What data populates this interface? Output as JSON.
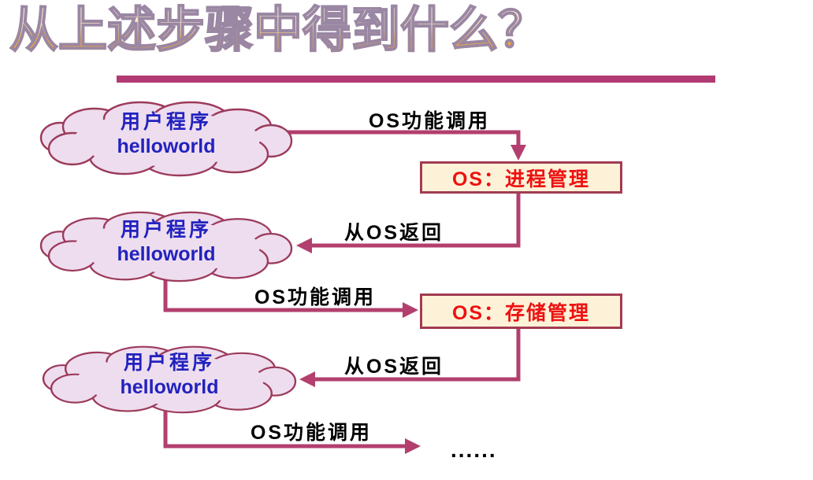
{
  "slide": {
    "title": "从上述步骤中得到什么？"
  },
  "clouds": [
    {
      "line1": "用户程序",
      "line2": "helloworld"
    },
    {
      "line1": "用户程序",
      "line2": "helloworld"
    },
    {
      "line1": "用户程序",
      "line2": "helloworld"
    }
  ],
  "boxes": [
    {
      "label": "OS：进程管理"
    },
    {
      "label": "OS：存储管理"
    }
  ],
  "arrow_labels": [
    {
      "label": "OS功能调用"
    },
    {
      "label": "从OS返回"
    },
    {
      "label": "OS功能调用"
    },
    {
      "label": "从OS返回"
    },
    {
      "label": "OS功能调用"
    }
  ],
  "ellipsis": "......",
  "colors": {
    "arrow": "#b23f6e",
    "title_bar": "#b23a72",
    "cloud_fill": "#eeddee",
    "cloud_stroke": "#9c3a5c",
    "box_fill": "#fdf2d8",
    "box_border": "#a23b52",
    "box_text": "#ee1111",
    "cloud_text": "#2222bf",
    "label_text": "#000000",
    "title_gradient_top": "#fdf4e2",
    "title_gradient_bottom": "#ef9d2c",
    "title_outline": "#9a87a4"
  }
}
